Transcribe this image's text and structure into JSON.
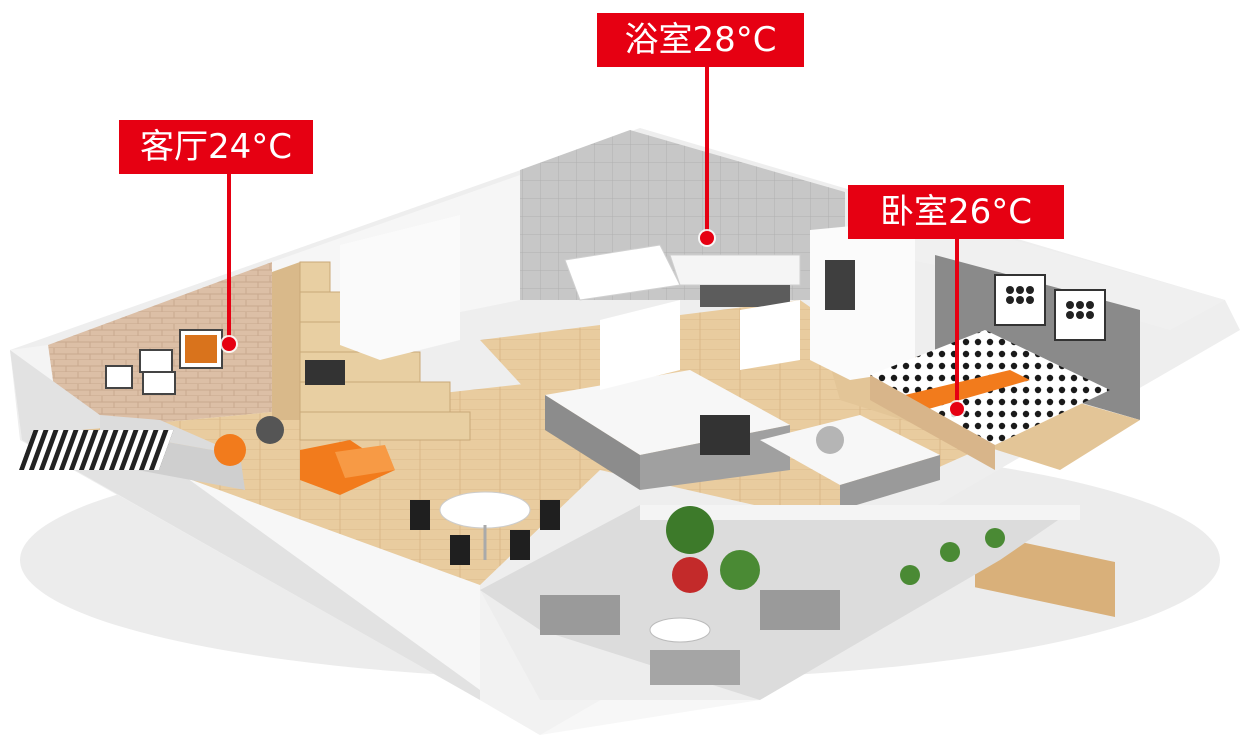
{
  "labels": {
    "bathroom": "浴室28°C",
    "living_room": "客厅24°C",
    "bedroom": "卧室26°C"
  },
  "colors": {
    "marker": "#e60012",
    "marker_text": "#ffffff",
    "wall": "#f2f2f2",
    "floor_wood": "#e7c89a",
    "brick": "#d9b99e",
    "bath_tile": "#bfbfbf",
    "sofa_orange": "#f27b1c"
  }
}
